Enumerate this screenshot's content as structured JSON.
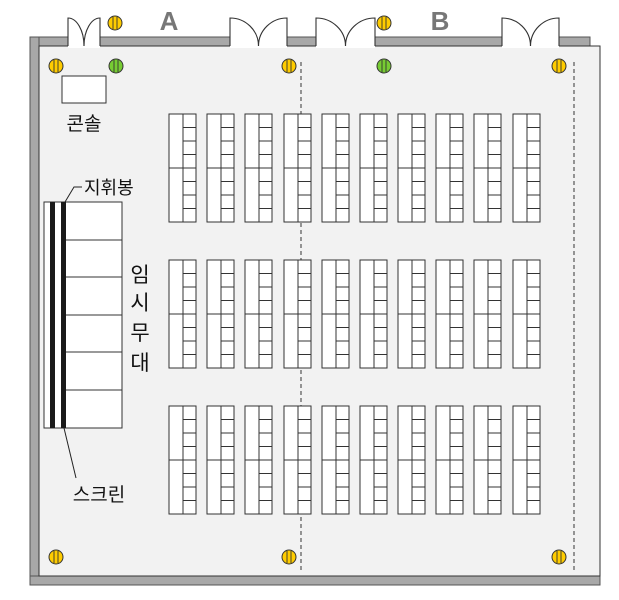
{
  "room_labels": {
    "a": "A",
    "b": "B"
  },
  "labels": {
    "console": "콘솔",
    "podium": "지휘봉",
    "screen": "스크린",
    "stage_chars": [
      "임",
      "시",
      "무",
      "대"
    ]
  },
  "colors": {
    "wall": "#a8a8a8",
    "floor": "#f2f2f2",
    "outline": "#333333",
    "light_yellow": "#ffcc00",
    "light_green": "#77cc33",
    "partition": "#555555",
    "screen_bar": "#1a1a1a"
  },
  "icons": [
    "door-icon",
    "yellow-light-icon",
    "green-light-icon",
    "partition-line",
    "screen-bar",
    "chair-row"
  ],
  "seating": {
    "blocks": 3,
    "columns_per_block": 10
  }
}
